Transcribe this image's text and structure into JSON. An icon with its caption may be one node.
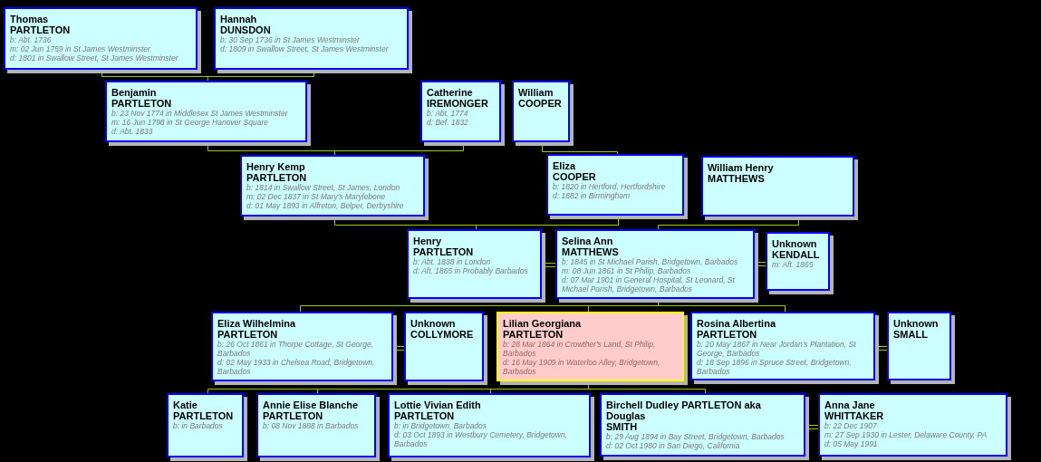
{
  "diagram": {
    "nodes": [
      {
        "text": [
          "Thomas",
          "PARTLETON",
          "b: Abt. 1736",
          "m: 02 Jun 1759 in St James Westminster",
          "d: 1801 in Swallow Street, St James Westminster"
        ]
      },
      {
        "text": [
          "Hannah",
          "DUNSDON",
          "b: 30 Sep 1736 in St James Westminster",
          "d: 1809 in Swallow Street, St James Westminster"
        ]
      },
      {
        "text": [
          "Benjamin",
          "PARTLETON",
          "b: 23 Nov 1774 in Middlesex St James Westminster",
          "m: 16 Jun 1798 in St George Hanover Square",
          "d: Abt. 1833"
        ]
      },
      {
        "text": [
          "Catherine",
          "IREMONGER",
          "b: Abt. 1774",
          "d: Bef. 1832"
        ]
      },
      {
        "text": [
          "William",
          "COOPER"
        ]
      },
      {
        "text": [
          "Henry Kemp",
          "PARTLETON",
          "b: 1814 in Swallow Street, St James, London",
          "m: 02 Dec 1837 in St Mary's Marylebone",
          "d: 01 May 1893 in Alfreton, Belper, Derbyshire"
        ]
      },
      {
        "text": [
          "Eliza",
          "COOPER",
          "b: 1820 in Hertford, Hertfordshire",
          "d: 1882 in Birmingham"
        ]
      },
      {
        "text": [
          "William Henry",
          "MATTHEWS"
        ]
      },
      {
        "text": [
          "Henry",
          "PARTLETON",
          "b: Abt. 1838 in London",
          "d: Aft. 1865 in Probably Barbados"
        ]
      },
      {
        "text": [
          "Selina Ann",
          "MATTHEWS",
          "b: 1845 in St Michael Parish, Bridgetown, Barbados",
          "m: 08 Jun 1861 in St Philip, Barbados",
          "d: 07 Mar 1901 in General Hospital, St Leonard, St Michael Parish, Bridgetown, Barbados"
        ]
      },
      {
        "text": [
          "Unknown",
          "KENDALL",
          "m: Aft. 1865"
        ]
      },
      {
        "text": [
          "Eliza Wilhelmina",
          "PARTLETON",
          "b: 26 Oct 1861 in Thorpe Cottage, St George, Barbados",
          "d: 02 May 1933 in Chelsea Road, Bridgetown, Barbados"
        ]
      },
      {
        "text": [
          "Unknown",
          "COLLYMORE"
        ]
      },
      {
        "text": [
          "Lilian Georgiana",
          "PARTLETON",
          "b: 28 Mar 1864 in Crowther's Land, St Philip, Barbados",
          "d: 16 May 1909 in Waterloo Alley, Bridgetown, Barbados"
        ]
      },
      {
        "text": [
          "Rosina Albertina",
          "PARTLETON",
          "b: 20 May 1867 in Near Jordan's Plantation, St George, Barbados",
          "d: 18 Sep 1896 in Spruce Street, Bridgetown, Barbados"
        ]
      },
      {
        "text": [
          "Unknown",
          "SMALL"
        ]
      },
      {
        "text": [
          "Katie",
          "PARTLETON",
          "b: in Barbados"
        ]
      },
      {
        "text": [
          "Annie Elise Blanche",
          "PARTLETON",
          "b: 08 Nov 1888 in Barbados"
        ]
      },
      {
        "text": [
          "Lottie Vivian Edith",
          "PARTLETON",
          "b: in Bridgetown, Barbados",
          "d: 03 Oct 1893 in Westbury Cemetery, Bridgetown, Barbados"
        ]
      },
      {
        "text": [
          "Birchell Dudley PARTLETON aka Douglas",
          "SMITH",
          "b: 29 Aug 1894 in Bay Street, Bridgetown, Barbados",
          "d: 02 Oct 1980 in San Diego, California"
        ]
      },
      {
        "text": [
          "Anna Jane",
          "WHITTAKER",
          "b: 22 Dec 1907",
          "m: 27 Sep 1930 in Lester, Delaware County, PA",
          "d: 05 May 1991"
        ]
      }
    ],
    "edges": [
      {
        "from": 0,
        "to": 2,
        "arrow": "none"
      },
      {
        "from": 1,
        "to": 2,
        "arrow": "none"
      },
      {
        "from": 2,
        "to": 5,
        "arrow": "none"
      },
      {
        "from": 3,
        "to": 5,
        "arrow": "none"
      },
      {
        "from": 4,
        "to": 6,
        "arrow": "none"
      },
      {
        "from": 5,
        "to": 8,
        "arrow": "none"
      },
      {
        "from": 6,
        "to": 8,
        "arrow": "none"
      },
      {
        "from": 7,
        "to": 9,
        "arrow": "none"
      },
      {
        "from": 8,
        "to": 9,
        "arrow": "none"
      },
      {
        "from": 9,
        "to": 10,
        "arrow": "none"
      },
      {
        "from": 9,
        "to": 11,
        "arrow": "none"
      },
      {
        "from": 9,
        "to": 13,
        "arrow": "none"
      },
      {
        "from": 9,
        "to": 14,
        "arrow": "none"
      },
      {
        "from": 11,
        "to": 12,
        "arrow": "none"
      },
      {
        "from": 14,
        "to": 15,
        "arrow": "none"
      },
      {
        "from": 13,
        "to": 16,
        "arrow": "none"
      },
      {
        "from": 13,
        "to": 17,
        "arrow": "none"
      },
      {
        "from": 13,
        "to": 18,
        "arrow": "none"
      },
      {
        "from": 13,
        "to": 19,
        "arrow": "none"
      },
      {
        "from": 19,
        "to": 20,
        "arrow": "none"
      }
    ]
  }
}
